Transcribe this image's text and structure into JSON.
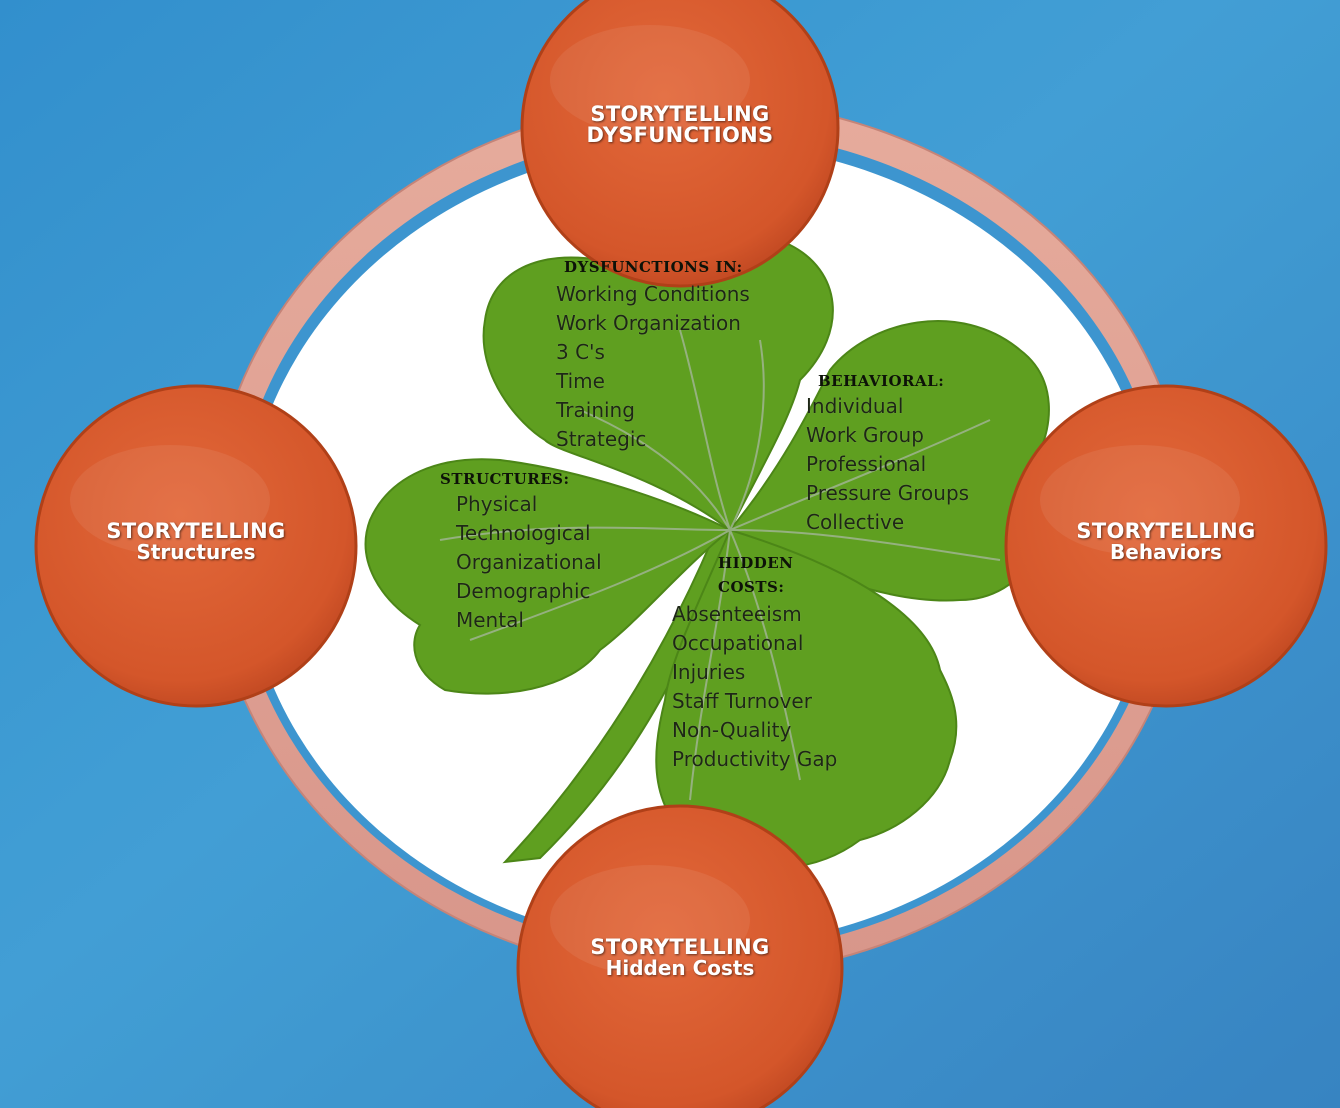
{
  "colors": {
    "background_top": "#2f8fc9",
    "background_bottom": "#3a86c3",
    "ring": "#e4a595",
    "circle_fill": "#d75a2c",
    "circle_border": "#b8431c",
    "clover_green": "#5e9e1f",
    "clover_vein": "#8ea576",
    "inner_disc": "#ffffff"
  },
  "hubs": {
    "top": {
      "title": "STORYTELLING",
      "subtitle": "DYSFUNCTIONS"
    },
    "left": {
      "title": "STORYTELLING",
      "subtitle": "Structures"
    },
    "right": {
      "title": "STORYTELLING",
      "subtitle": "Behaviors"
    },
    "bottom": {
      "title": "STORYTELLING",
      "subtitle": "Hidden Costs"
    }
  },
  "leaves": {
    "dysfunctions": {
      "heading": "DYSFUNCTIONS IN:",
      "items": [
        "Working Conditions",
        "Work Organization",
        "3 C's",
        "Time",
        "Training",
        "Strategic"
      ]
    },
    "behavioral": {
      "heading": "BEHAVIORAL:",
      "items": [
        "Individual",
        "Work Group",
        "Professional",
        "Pressure Groups",
        "Collective"
      ]
    },
    "structures": {
      "heading": "STRUCTURES:",
      "items": [
        "Physical",
        "Technological",
        "Organizational",
        "Demographic",
        "Mental"
      ]
    },
    "hidden_costs": {
      "heading_line1": "HIDDEN",
      "heading_line2": "COSTS:",
      "items": [
        "Absenteeism",
        "Occupational",
        "Injuries",
        "Staff Turnover",
        "Non-Quality",
        "Productivity Gap"
      ]
    }
  }
}
